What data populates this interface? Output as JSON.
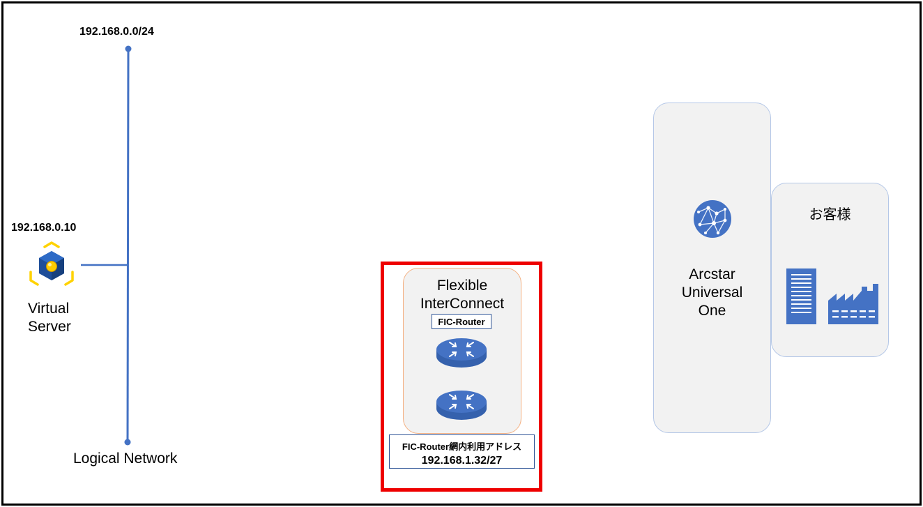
{
  "network": {
    "subnet": "192.168.0.0/24",
    "name": "Logical Network"
  },
  "server": {
    "ip": "192.168.0.10",
    "line1": "Virtual",
    "line2": "Server",
    "icon": "virtual-server-icon"
  },
  "fic": {
    "line1": "Flexible",
    "line2": "InterConnect",
    "router_label": "FIC-Router",
    "router_icon": "router-icon",
    "address_label": "FIC-Router網内利用アドレス",
    "address_value": "192.168.1.32/27"
  },
  "arcstar": {
    "line1": "Arcstar",
    "line2": "Universal",
    "line3": "One",
    "icon": "globe-network-icon"
  },
  "customer": {
    "title": "お客様",
    "icons": [
      "office-building-icon",
      "factory-icon"
    ]
  },
  "colors": {
    "network_line": "#4472c4",
    "icon_blue": "#4472c4",
    "highlight": "#ee0000",
    "server_accent": "#ffd700"
  }
}
